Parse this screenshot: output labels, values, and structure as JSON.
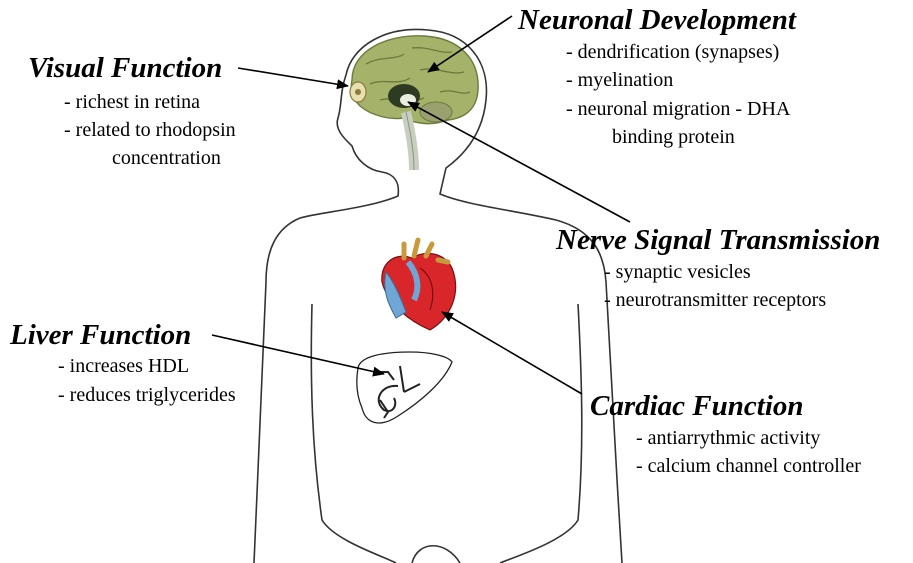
{
  "diagram": {
    "visual": {
      "title": "Visual Function",
      "items": [
        "- richest in retina",
        "- related to rhodopsin",
        "concentration"
      ]
    },
    "neuronal": {
      "title": "Neuronal Development",
      "items": [
        "- dendrification (synapses)",
        "- myelination",
        "- neuronal migration - DHA",
        "binding protein"
      ]
    },
    "nerve": {
      "title": "Nerve Signal Transmission",
      "items": [
        "- synaptic vesicles",
        "- neurotransmitter receptors"
      ]
    },
    "liver": {
      "title": "Liver Function",
      "items": [
        "- increases HDL",
        "- reduces triglycerides"
      ]
    },
    "cardiac": {
      "title": "Cardiac Function",
      "items": [
        "- antiarrythmic activity",
        "- calcium channel controller"
      ]
    }
  },
  "colors": {
    "outline": "#333333",
    "brain": "#a4b26a",
    "brain_dark": "#6b7b3c",
    "heart_red": "#d8262b",
    "heart_blue": "#6fa6d6",
    "heart_gold": "#c99a3c",
    "liver_ink": "#222222",
    "arrow": "#000000"
  }
}
